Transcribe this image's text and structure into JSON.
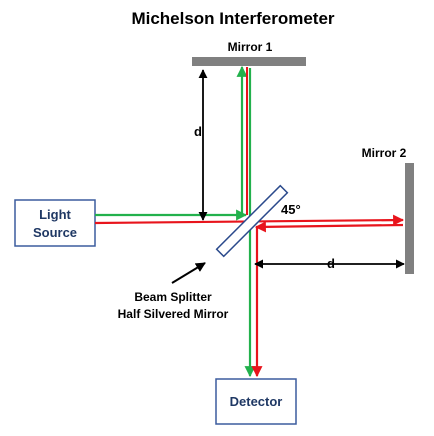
{
  "title": "Michelson Interferometer",
  "labels": {
    "mirror1": "Mirror 1",
    "mirror2": "Mirror 2",
    "light_source_line1": "Light",
    "light_source_line2": "Source",
    "detector": "Detector",
    "beam_splitter_line1": "Beam Splitter",
    "beam_splitter_line2": "Half Silvered Mirror",
    "angle": "45°",
    "distance_vertical": "d",
    "distance_horizontal": "d"
  },
  "colors": {
    "green_beam": "#22b14c",
    "red_beam": "#e8141c",
    "box_border": "#3b5c9e",
    "box_text": "#1f3864",
    "mirror": "#808080",
    "splitter_border": "#2b4a8c"
  }
}
